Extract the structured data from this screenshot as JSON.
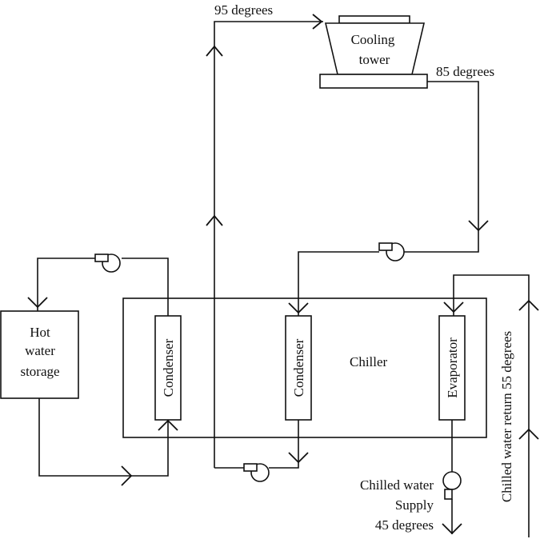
{
  "labels": {
    "temp_95": "95 degrees",
    "temp_85": "85 degrees",
    "cooling_tower_line1": "Cooling",
    "cooling_tower_line2": "tower",
    "hot_water_line1": "Hot",
    "hot_water_line2": "water",
    "hot_water_line3": "storage",
    "condenser_left": "Condenser",
    "condenser_right": "Condenser",
    "evaporator": "Evaporator",
    "chiller": "Chiller",
    "chilled_supply_line1": "Chilled water",
    "chilled_supply_line2": "Supply",
    "chilled_supply_line3": "45 degrees",
    "chilled_return": "Chilled water return 55 degrees"
  }
}
